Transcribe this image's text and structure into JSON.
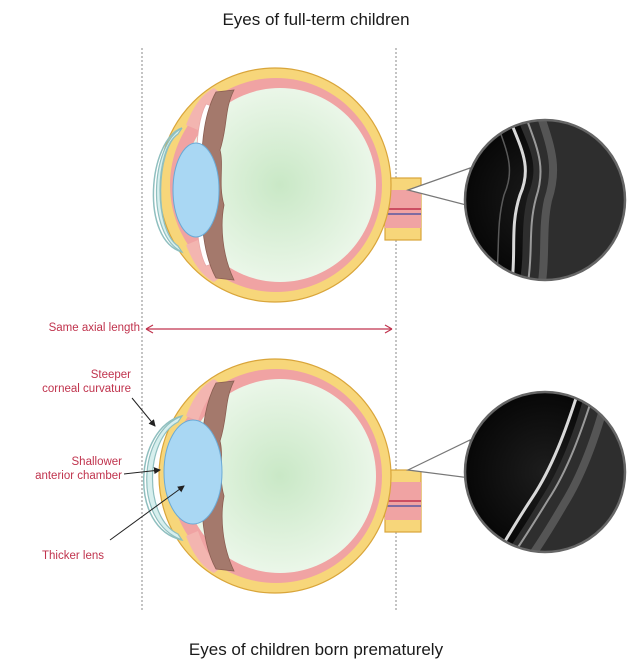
{
  "titles": {
    "top": "Eyes of full-term children",
    "bottom": "Eyes of children born prematurely"
  },
  "labels": {
    "axial_length": "Same axial length",
    "corneal_line1": "Steeper",
    "corneal_line2": "corneal curvature",
    "chamber_line1": "Shallower",
    "chamber_line2": "anterior chamber",
    "lens": "Thicker lens"
  },
  "colors": {
    "label_text": "#c0334d",
    "sclera": "#f7d67a",
    "choroid": "#f0a3a3",
    "vitreous": "#d8efd6",
    "lens": "#a9d7f3",
    "iris": "#a4796c",
    "cornea": "#d7efee"
  }
}
